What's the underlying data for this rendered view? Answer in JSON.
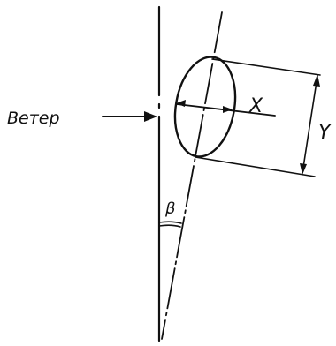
{
  "labels": {
    "wind": "Ветер",
    "x": "X",
    "y": "Y",
    "angle": "β"
  },
  "colors": {
    "ink": "#111111",
    "background": "#ffffff"
  }
}
